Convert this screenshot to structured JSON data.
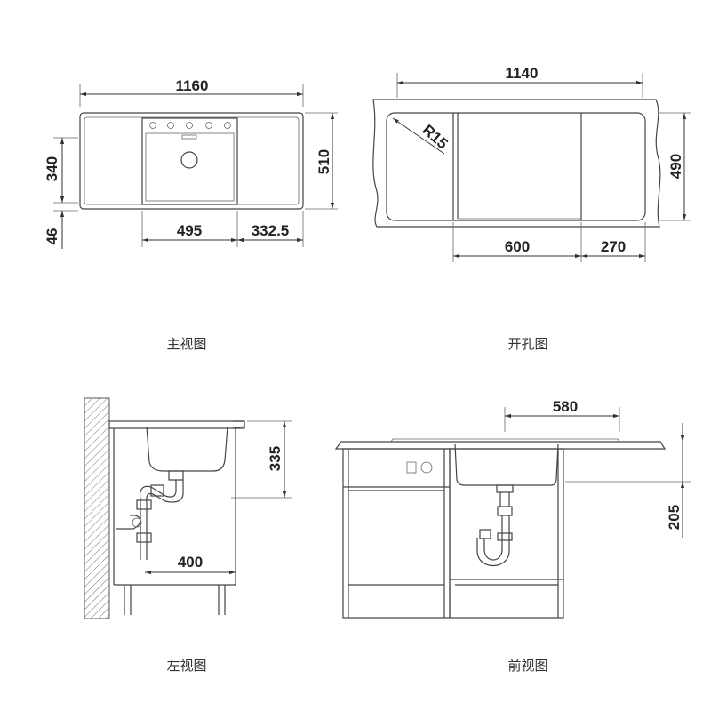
{
  "views": {
    "main": {
      "caption": "主视图",
      "dims": {
        "width": "1160",
        "depth_front": "340",
        "depth_total": "510",
        "lip": "46",
        "bowl": "495",
        "drainer": "332.5"
      }
    },
    "cutout": {
      "caption": "开孔图",
      "dims": {
        "width": "1140",
        "radius": "R15",
        "depth": "490",
        "bowl": "600",
        "drainer": "270"
      }
    },
    "left": {
      "caption": "左视图",
      "dims": {
        "height": "335",
        "depth": "400"
      }
    },
    "front": {
      "caption": "前视图",
      "dims": {
        "width": "580",
        "drop": "205"
      }
    }
  }
}
